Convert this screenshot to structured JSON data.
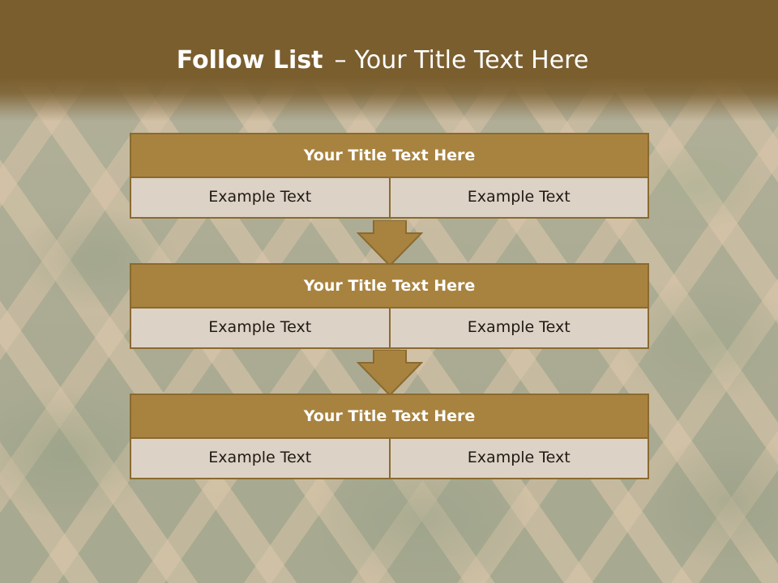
{
  "slide": {
    "title_bold": "Follow List",
    "title_dash": "–",
    "title_rest": "Your Title Text Here"
  },
  "blocks": [
    {
      "title": "Your Title Text Here",
      "cells": [
        "Example Text",
        "Example Text"
      ]
    },
    {
      "title": "Your Title Text Here",
      "cells": [
        "Example Text",
        "Example Text"
      ]
    },
    {
      "title": "Your Title Text Here",
      "cells": [
        "Example Text",
        "Example Text"
      ]
    }
  ],
  "colors": {
    "title_band": "#7a5e2e",
    "header_fill": "#a8833f",
    "border": "#8a6a2f",
    "cell_fill": "#ddd2c6",
    "arrow_fill": "#a8833f"
  },
  "icons": {
    "connector": "down-arrow-icon"
  }
}
